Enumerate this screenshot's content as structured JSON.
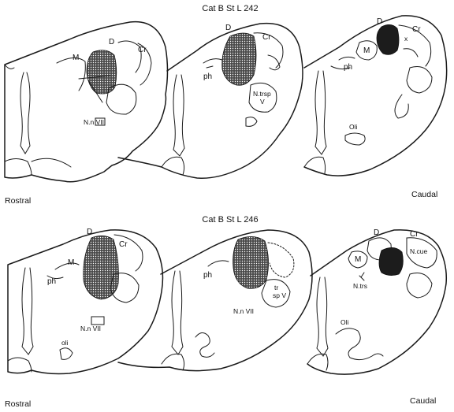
{
  "figure": {
    "top_panel": {
      "title": "Cat B St L 242",
      "left_label": "Rostral",
      "right_label": "Caudal",
      "labels": {
        "s1_M": "M",
        "s1_D": "D",
        "s1_Cr": "Cr",
        "s1_nucleus": "N.n VII",
        "s2_D": "D",
        "s2_Cr": "Cr",
        "s2_ph": "ph",
        "s2_ntrsp": "N.trsp",
        "s2_V": "V",
        "s3_D": "D",
        "s3_Cr": "Cr",
        "s3_x": "x",
        "s3_M": "M",
        "s3_ph": "ph",
        "s3_oli": "Oli"
      }
    },
    "bottom_panel": {
      "title": "Cat B St L 246",
      "left_label": "Rostral",
      "right_label": "Caudal",
      "labels": {
        "s1_D": "D",
        "s1_Cr": "Cr",
        "s1_M": "M",
        "s1_ph": "ph",
        "s1_nucleus": "N.n VII",
        "s1_oli": "oli",
        "s2_ph": "ph",
        "s2_tr": "tr",
        "s2_spV": "sp V",
        "s2_nucleus": "N.n VII",
        "s3_D": "D",
        "s3_Cr": "Cr",
        "s3_M": "M",
        "s3_ncue": "N.cue",
        "s3_ntrs": "N.trs",
        "s3_oli": "Oli"
      }
    }
  }
}
